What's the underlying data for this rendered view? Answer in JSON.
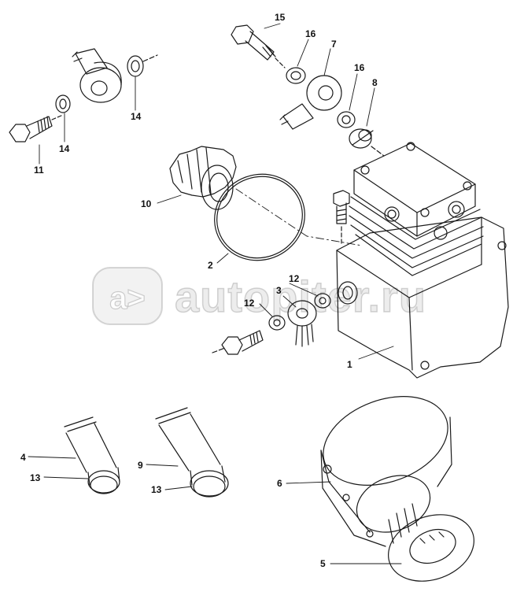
{
  "watermark": {
    "logo_glyph": "a>",
    "text": "autopiter.ru"
  },
  "callouts": [
    {
      "key": "15",
      "text": "15"
    },
    {
      "key": "16a",
      "text": "16"
    },
    {
      "key": "7",
      "text": "7"
    },
    {
      "key": "16b",
      "text": "16"
    },
    {
      "key": "8",
      "text": "8"
    },
    {
      "key": "14a",
      "text": "14"
    },
    {
      "key": "14b",
      "text": "14"
    },
    {
      "key": "11",
      "text": "11"
    },
    {
      "key": "10",
      "text": "10"
    },
    {
      "key": "2",
      "text": "2"
    },
    {
      "key": "12a",
      "text": "12"
    },
    {
      "key": "3",
      "text": "3"
    },
    {
      "key": "12b",
      "text": "12"
    },
    {
      "key": "1",
      "text": "1"
    },
    {
      "key": "4",
      "text": "4"
    },
    {
      "key": "13a",
      "text": "13"
    },
    {
      "key": "9",
      "text": "9"
    },
    {
      "key": "13b",
      "text": "13"
    },
    {
      "key": "6",
      "text": "6"
    },
    {
      "key": "5",
      "text": "5"
    }
  ],
  "colors": {
    "line": "#1a1a1a",
    "background": "#ffffff"
  }
}
